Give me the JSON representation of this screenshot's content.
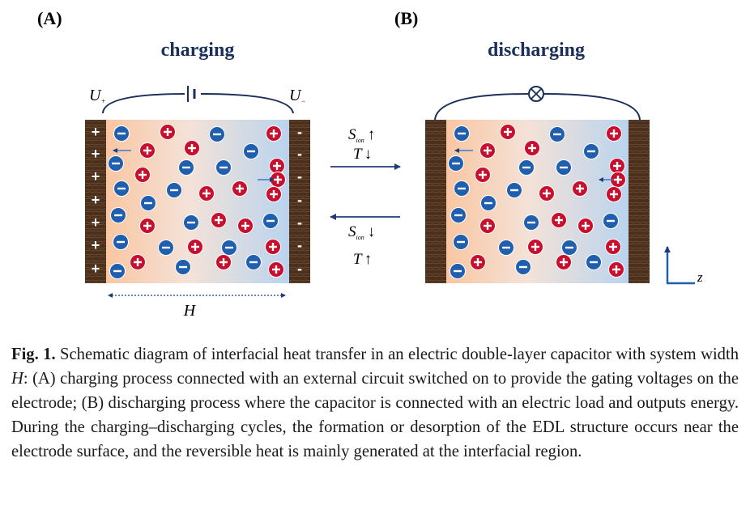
{
  "figure": {
    "panel_a": {
      "label": "(A)",
      "title": "charging",
      "u_left": "U",
      "u_left_sub": "+",
      "u_right": "U",
      "u_right_sub": "−",
      "width_label": "H"
    },
    "panel_b": {
      "label": "(B)",
      "title": "discharging"
    },
    "arrow_top": {
      "s_main": "S",
      "s_sub": "ion",
      "s_arrow": "↑",
      "t_main": "T",
      "t_arrow": "↓"
    },
    "arrow_bottom": {
      "s_main": "S",
      "s_sub": "ion",
      "s_arrow": "↓",
      "t_main": "T",
      "t_arrow": "↑"
    },
    "axis_label": "z",
    "electrode_plus": "+",
    "electrode_minus": "-",
    "colors": {
      "cation": "#c8102e",
      "anion": "#1f5fae",
      "electrode": "#4a2f1c",
      "circuit": "#1a2e5a"
    }
  },
  "caption": {
    "label": "Fig. 1.",
    "text_1": " Schematic diagram of interfacial heat transfer in an electric double-layer capacitor with system width ",
    "var": "H",
    "text_2": ": (A) charging process connected with an external circuit switched on to provide the gating voltages on the electrode; (B) discharging process where the capacitor is connected with an electric load and outputs energy. During the charging–discharging cycles, the formation or desorption of the EDL structure occurs near the electrode surface, and the reversible heat is mainly generated at the interfacial region."
  }
}
